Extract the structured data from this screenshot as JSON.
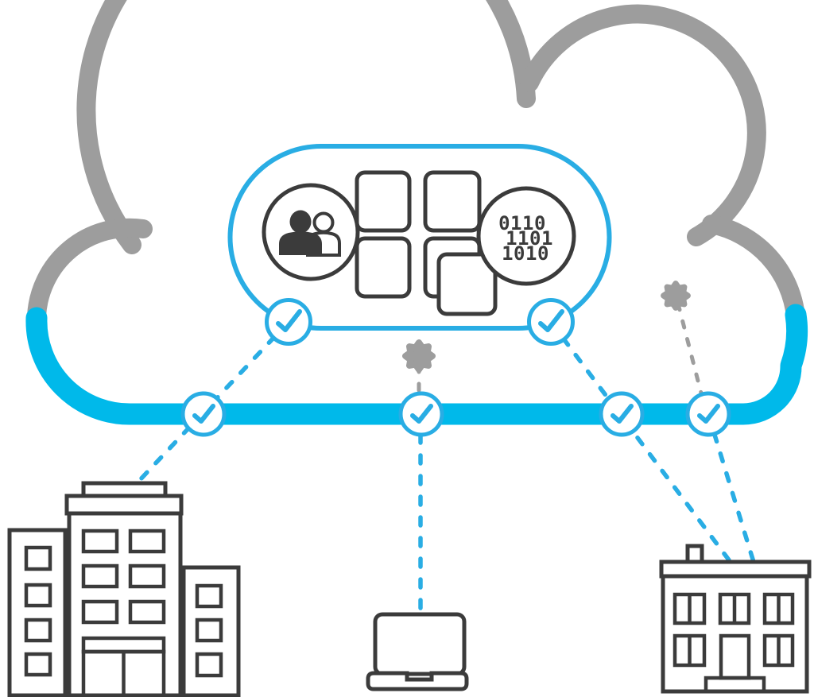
{
  "diagram": {
    "type": "cloud-computing-network-illustration",
    "cloud": {
      "binary_badge": {
        "line1": "0110",
        "line2": "1101",
        "line3": "1010"
      },
      "checkmark_nodes_count": 6,
      "gear_nodes_count": 2
    },
    "endpoints": [
      "office-building",
      "laptop",
      "house-building"
    ],
    "icons": [
      "users-icon",
      "app-tiles-icon",
      "binary-code-icon",
      "checkmark-icon",
      "gear-icon"
    ],
    "colors": {
      "band_blue": "#00b9ea",
      "accent_blue": "#29ade4",
      "cloud_gray": "#9d9d9d",
      "outline_dark": "#3b3b3b",
      "background": "#ffffff"
    }
  }
}
